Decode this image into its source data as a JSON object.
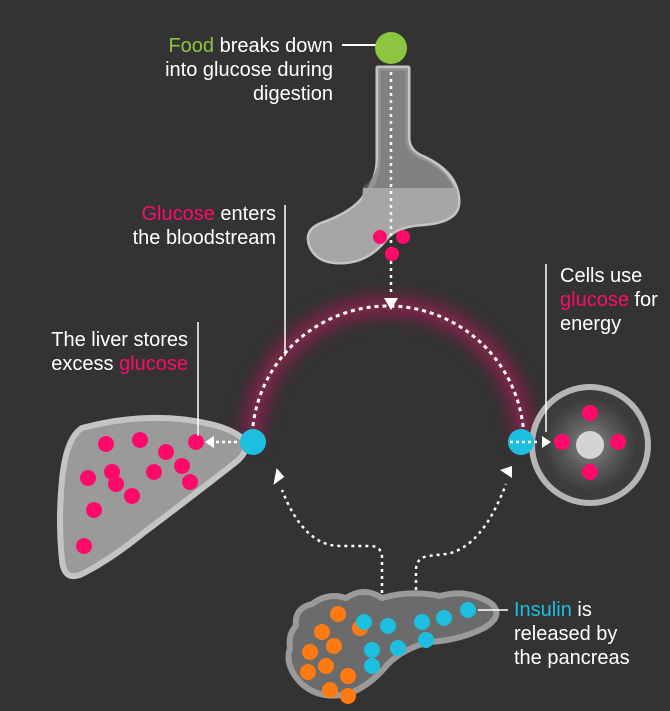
{
  "colors": {
    "background": "#333333",
    "food": "#8cc63f",
    "glucose": "#ff0a6b",
    "insulin": "#1cbfe0",
    "pancreas_cell": "#ff7a12",
    "organ_fill": "#9a9a9a",
    "organ_stroke": "#c4c4c4",
    "text": "#ffffff"
  },
  "labels": {
    "food": {
      "keyword": "Food",
      "line1_rest": " breaks down",
      "line2": "into glucose during",
      "line3": "digestion"
    },
    "bloodstream": {
      "keyword": "Glucose",
      "line1_rest": " enters",
      "line2": "the bloodstream"
    },
    "cells": {
      "line1": "Cells use",
      "keyword": "glucose",
      "line2_rest": " for",
      "line3": "energy"
    },
    "liver": {
      "line1": "The liver stores",
      "line2_prefix": "excess ",
      "keyword": "glucose"
    },
    "insulin": {
      "keyword": "Insulin",
      "line1_rest": " is",
      "line2": "released by",
      "line3": "the pancreas"
    }
  },
  "icons": [
    "food-dot-icon",
    "stomach-icon",
    "liver-icon",
    "cell-icon",
    "pancreas-icon",
    "glucose-dot-icon",
    "insulin-dot-icon"
  ]
}
